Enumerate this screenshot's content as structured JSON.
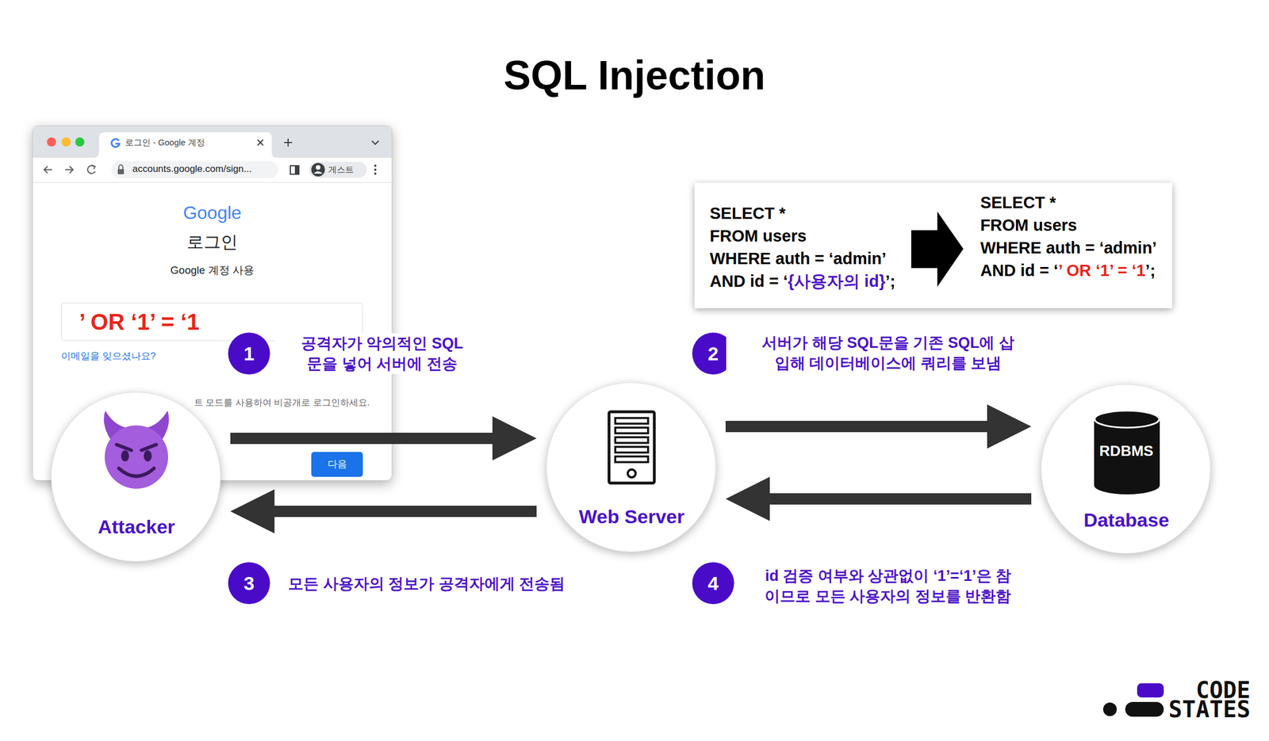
{
  "diagram": {
    "title": "SQL Injection",
    "nodes": [
      {
        "text": [
          "로그인 - Google 계정",
          "accounts.google.com/sign...",
          "게스트",
          "Google",
          "로그인",
          "Google 계정 사용",
          "’ OR ‘1’ = ‘1",
          "이메일을 잊으셨나요?",
          "트 모드를 사용하여 비공개로 로그인하세요.",
          "다음"
        ]
      },
      {
        "text": [
          "SELECT *",
          "FROM users",
          "WHERE auth = ‘admin’",
          "AND id = ‘",
          "{사용자의 id}",
          "’;",
          "SELECT *",
          "FROM users",
          "WHERE auth = ‘admin’",
          "AND id = ‘",
          "’ OR ‘1’ = ‘1",
          "’;"
        ]
      },
      {
        "text": [
          "Attacker"
        ]
      },
      {
        "text": [
          "Web Server"
        ]
      },
      {
        "text": [
          "RDBMS",
          "Database"
        ]
      }
    ],
    "edges": [
      {
        "from": 2,
        "to": 3,
        "arrow": "to"
      },
      {
        "from": 3,
        "to": 4,
        "arrow": "to"
      },
      {
        "from": 4,
        "to": 3,
        "arrow": "to"
      },
      {
        "from": 3,
        "to": 2,
        "arrow": "to"
      }
    ],
    "labels": [
      "1",
      "공격자가 악의적인 SQL문을 넣어 서버에 전송",
      "2",
      "서버가 해당 SQL문을 기존 SQL에 삽입해 데이터베이스에 쿼리를 보냄",
      "3",
      "id 검증 여부와 상관없이 ‘1’=‘1’은 참이므로 모든 사용자의 정보를 반환함",
      "4",
      "모든 사용자의 정보가 공격자에게 전송됨",
      "CODE",
      "STATES"
    ]
  }
}
